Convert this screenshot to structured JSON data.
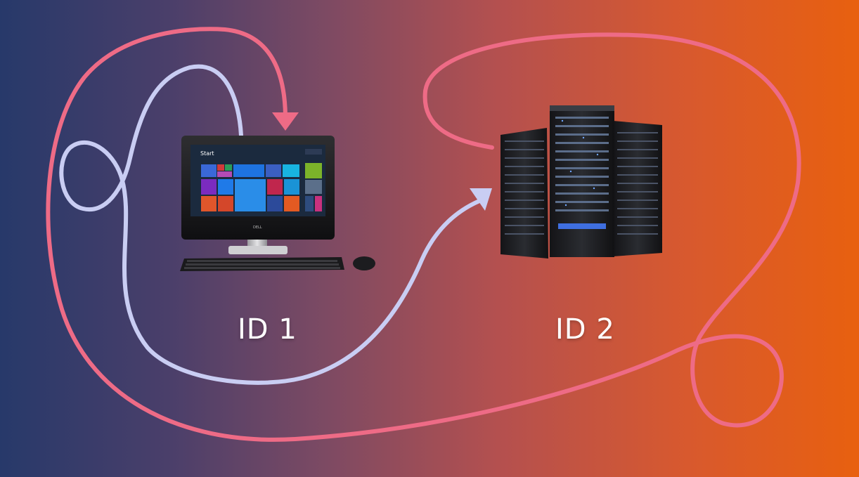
{
  "nodes": [
    {
      "key": "computer",
      "label": "ID 1"
    },
    {
      "key": "server",
      "label": "ID 2"
    }
  ],
  "screen": {
    "title": "Start",
    "brand": "DELL"
  },
  "colors": {
    "pink_path": "#ee6b86",
    "lavender_path": "#c9cdf3"
  },
  "icons": [
    "desktop-computer-icon",
    "server-rack-icon",
    "keyboard-icon",
    "mouse-icon",
    "arrow-head-icon"
  ]
}
